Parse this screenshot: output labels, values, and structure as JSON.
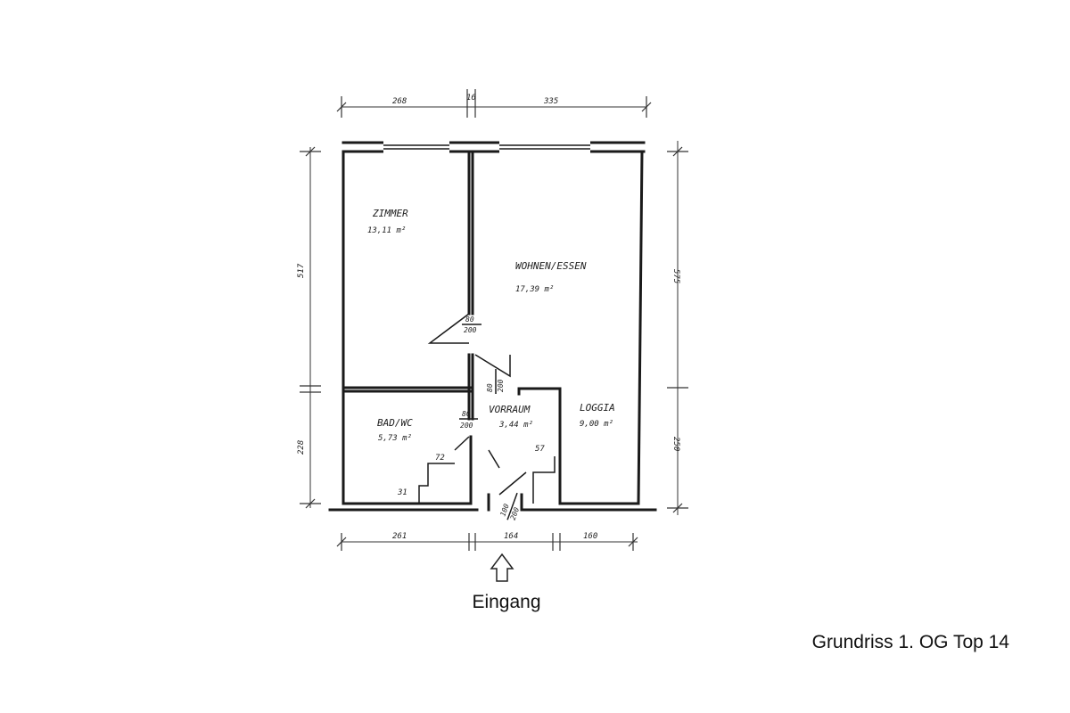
{
  "rooms": [
    {
      "name": "ZIMMER",
      "area": "13,11 m²"
    },
    {
      "name": "WOHNEN/ESSEN",
      "area": "17,39 m²"
    },
    {
      "name": "BAD/WC",
      "area": "5,73 m²"
    },
    {
      "name": "VORRAUM",
      "area": "3,44 m²"
    },
    {
      "name": "LOGGIA",
      "area": "9,00 m²"
    }
  ],
  "dimensions": {
    "top_left": "268",
    "top_wall": "16",
    "top_right": "335",
    "left_upper": "517",
    "left_lower": "228",
    "right_upper": "575",
    "right_lower": "250",
    "bottom_left": "261",
    "bottom_mid": "164",
    "bottom_right": "160"
  },
  "doors": [
    {
      "width": "80",
      "height": "200"
    },
    {
      "width": "80",
      "height": "200"
    },
    {
      "width": "80",
      "height": "200"
    },
    {
      "width": "100",
      "height": "200"
    }
  ],
  "steps": [
    "72",
    "57",
    "31"
  ],
  "entry_label": "Eingang",
  "caption": "Grundriss 1. OG Top 14"
}
